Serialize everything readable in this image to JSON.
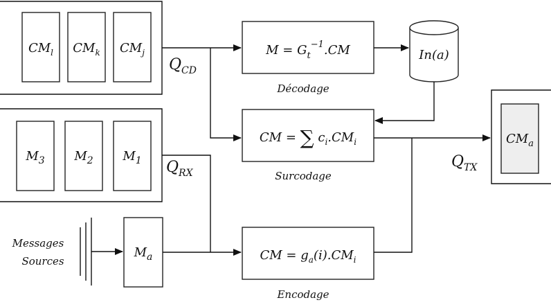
{
  "queues": {
    "q_cd": {
      "cells": [
        "CM_l",
        "CM_k",
        "CM_j"
      ],
      "label": "Q_CD"
    },
    "q_rx": {
      "cells": [
        "M_3",
        "M_2",
        "M_1"
      ],
      "label": "Q_RX"
    },
    "q_tx": {
      "cells": [
        "CM_a"
      ],
      "label": "Q_TX"
    }
  },
  "sources": {
    "label_line1": "Messages",
    "label_line2": "Sources",
    "message": "M_a"
  },
  "blocks": {
    "decodage": {
      "formula": "M = G_t^-1 .CM",
      "label": "Décodage"
    },
    "surcodage": {
      "formula": "CM = ∑ c_i .CM_i",
      "label": "Surcodage"
    },
    "encodage": {
      "formula": "CM = g_a(i) .CM_i",
      "label": "Encodage"
    }
  },
  "database": {
    "label": "In(a)"
  },
  "colors": {
    "stroke": "#222222",
    "cm_a_fill": "#eeeeee"
  }
}
